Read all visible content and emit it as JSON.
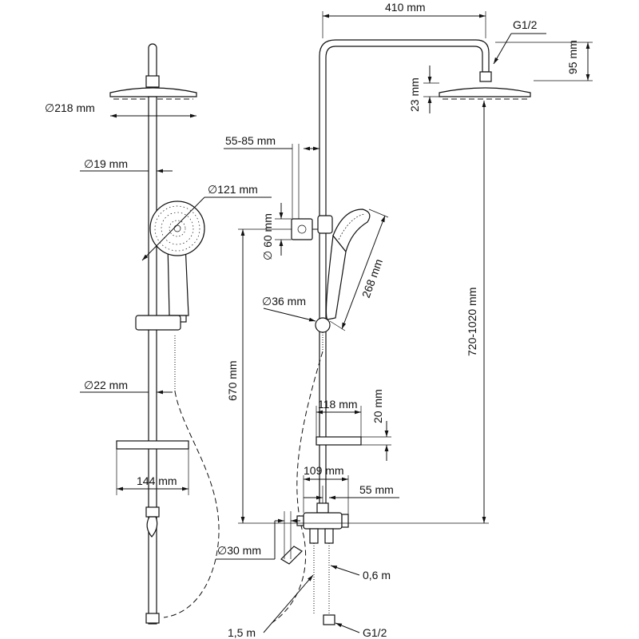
{
  "front_view": {
    "overhead_diameter": "∅218 mm",
    "pipe_diameter": "∅19 mm",
    "hand_shower_diameter": "∅121 mm",
    "rail_diameter": "∅22 mm",
    "shelf_width": "144 mm"
  },
  "side_view": {
    "arm_reach": "410 mm",
    "top_connection": "G1/2",
    "overhead_drop": "95 mm",
    "overhead_thickness": "23 mm",
    "holder_offset": "55-85 mm",
    "bracket_diameter": "∅ 60 mm",
    "slider_diameter": "∅36 mm",
    "hand_shower_length": "268 mm",
    "total_height": "720-1020 mm",
    "holder_height": "670 mm",
    "shelf_depth": "118 mm",
    "shelf_thickness": "20 mm",
    "mixer_width": "109 mm",
    "mixer_offset": "55 mm",
    "outlet_diameter": "∅30 mm",
    "hose_short": "0,6 m",
    "hose_long": "1,5 m",
    "inlet_connection": "G1/2"
  }
}
